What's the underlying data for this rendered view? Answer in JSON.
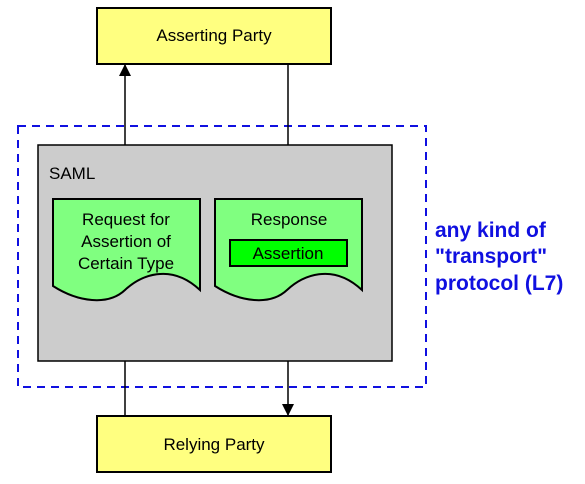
{
  "asserting_party": {
    "label": "Asserting Party"
  },
  "relying_party": {
    "label": "Relying Party"
  },
  "saml": {
    "label": "SAML",
    "request": {
      "lines": [
        "Request for",
        "Assertion of",
        "Certain Type"
      ]
    },
    "response": {
      "label": "Response",
      "assertion_label": "Assertion"
    }
  },
  "transport": {
    "lines": [
      "any kind of",
      "\"transport\"",
      "protocol (L7)"
    ]
  },
  "colors": {
    "party_fill": "#FFFF80",
    "saml_fill": "#CCCCCC",
    "document_fill": "#80FF80",
    "assertion_fill": "#00FF00",
    "transport_text": "#1010E0",
    "dashed_border": "#1010E0"
  }
}
